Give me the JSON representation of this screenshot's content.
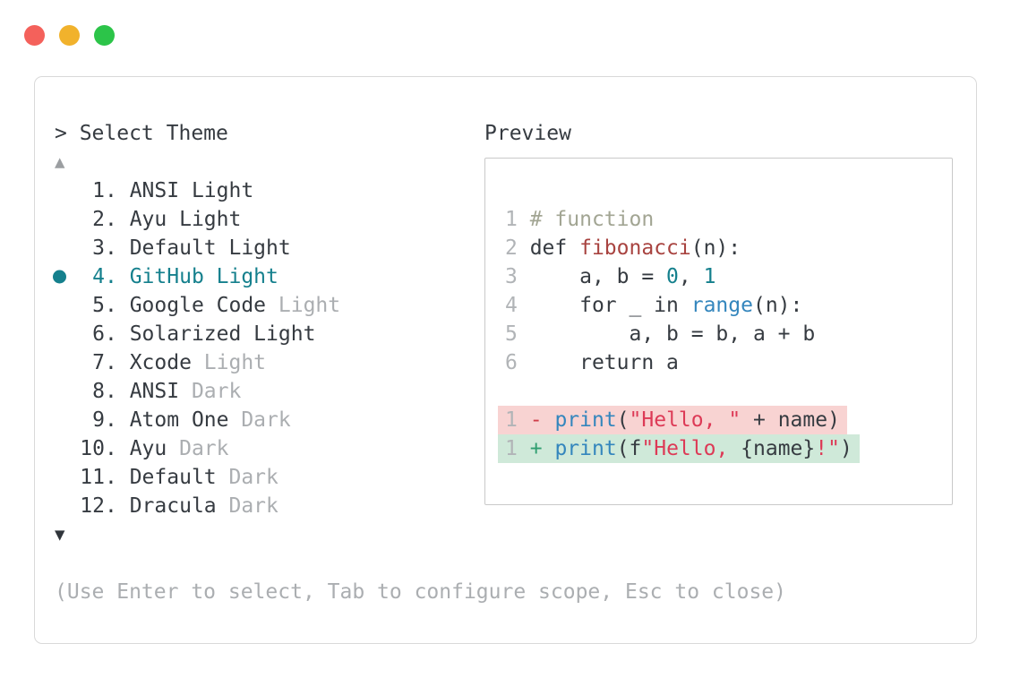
{
  "traffic_lights": {
    "close_color": "#f4615b",
    "minimize_color": "#f1b22c",
    "maximize_color": "#2cc449"
  },
  "header": {
    "prompt": "> Select Theme",
    "preview_label": "Preview"
  },
  "theme_list": {
    "scroll_up_icon": "▲",
    "scroll_down_icon": "▼",
    "items": [
      {
        "number": "1",
        "selected": false,
        "parts": [
          {
            "text": "ANSI Light",
            "color": "text"
          }
        ]
      },
      {
        "number": "2",
        "selected": false,
        "parts": [
          {
            "text": "Ayu Light",
            "color": "text"
          }
        ]
      },
      {
        "number": "3",
        "selected": false,
        "parts": [
          {
            "text": "Default Light",
            "color": "text"
          }
        ]
      },
      {
        "number": "4",
        "selected": true,
        "parts": [
          {
            "text": "GitHub Light",
            "color": "selected"
          }
        ]
      },
      {
        "number": "5",
        "selected": false,
        "parts": [
          {
            "text": "Google Code ",
            "color": "text"
          },
          {
            "text": "Light",
            "color": "muted"
          }
        ]
      },
      {
        "number": "6",
        "selected": false,
        "parts": [
          {
            "text": "Solarized Light",
            "color": "text"
          }
        ]
      },
      {
        "number": "7",
        "selected": false,
        "parts": [
          {
            "text": "Xcode ",
            "color": "text"
          },
          {
            "text": "Light",
            "color": "muted"
          }
        ]
      },
      {
        "number": "8",
        "selected": false,
        "parts": [
          {
            "text": "ANSI ",
            "color": "text"
          },
          {
            "text": "Dark",
            "color": "muted"
          }
        ]
      },
      {
        "number": "9",
        "selected": false,
        "parts": [
          {
            "text": "Atom One ",
            "color": "text"
          },
          {
            "text": "Dark",
            "color": "muted"
          }
        ]
      },
      {
        "number": "10",
        "selected": false,
        "parts": [
          {
            "text": "Ayu ",
            "color": "text"
          },
          {
            "text": "Dark",
            "color": "muted"
          }
        ]
      },
      {
        "number": "11",
        "selected": false,
        "parts": [
          {
            "text": "Default ",
            "color": "text"
          },
          {
            "text": "Dark",
            "color": "muted"
          }
        ]
      },
      {
        "number": "12",
        "selected": false,
        "parts": [
          {
            "text": "Dracula ",
            "color": "text"
          },
          {
            "text": "Dark",
            "color": "muted"
          }
        ]
      }
    ]
  },
  "preview": {
    "lines": [
      {
        "num": "1",
        "tokens": [
          {
            "text": " ",
            "color": "text"
          },
          {
            "text": "# function",
            "color": "comment"
          }
        ]
      },
      {
        "num": "2",
        "tokens": [
          {
            "text": " def ",
            "color": "text"
          },
          {
            "text": "fibonacci",
            "color": "func"
          },
          {
            "text": "(n):",
            "color": "text"
          }
        ]
      },
      {
        "num": "3",
        "tokens": [
          {
            "text": "     a, b = ",
            "color": "text"
          },
          {
            "text": "0",
            "color": "number"
          },
          {
            "text": ", ",
            "color": "text"
          },
          {
            "text": "1",
            "color": "number"
          }
        ]
      },
      {
        "num": "4",
        "tokens": [
          {
            "text": "     for _ in ",
            "color": "text"
          },
          {
            "text": "range",
            "color": "blue"
          },
          {
            "text": "(n):",
            "color": "text"
          }
        ]
      },
      {
        "num": "5",
        "tokens": [
          {
            "text": "         a, b = b, a + b",
            "color": "text"
          }
        ]
      },
      {
        "num": "6",
        "tokens": [
          {
            "text": "     return a",
            "color": "text"
          }
        ]
      },
      {
        "blank": true
      },
      {
        "num": "1",
        "diff": "del",
        "tokens": [
          {
            "text": " ",
            "color": "text"
          },
          {
            "text": "-",
            "color": "minus"
          },
          {
            "text": " ",
            "color": "text"
          },
          {
            "text": "print",
            "color": "blue"
          },
          {
            "text": "(",
            "color": "text"
          },
          {
            "text": "\"Hello, \"",
            "color": "string"
          },
          {
            "text": " + name)",
            "color": "text"
          }
        ]
      },
      {
        "num": "1",
        "diff": "add",
        "tokens": [
          {
            "text": " ",
            "color": "text"
          },
          {
            "text": "+",
            "color": "plus"
          },
          {
            "text": " ",
            "color": "text"
          },
          {
            "text": "print",
            "color": "blue"
          },
          {
            "text": "(f",
            "color": "text"
          },
          {
            "text": "\"Hello, ",
            "color": "string"
          },
          {
            "text": "{name}",
            "color": "text"
          },
          {
            "text": "!\"",
            "color": "string"
          },
          {
            "text": ")",
            "color": "text"
          }
        ]
      }
    ]
  },
  "footer": {
    "help_text": "(Use Enter to select, Tab to configure scope, Esc to close)"
  },
  "colors": {
    "accent_teal": "#15808d",
    "diff_del_bg": "#f8d3d2",
    "diff_add_bg": "#cfe9d9",
    "muted_gray": "#abaeb1",
    "text_dark": "#363b41"
  }
}
